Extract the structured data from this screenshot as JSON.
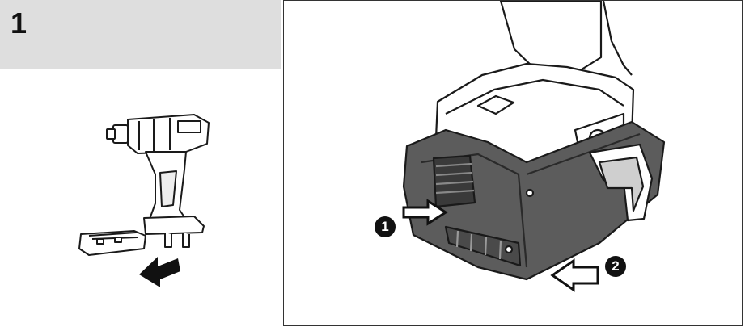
{
  "step": {
    "number": "1"
  },
  "callouts": [
    {
      "id": "1",
      "label": "1"
    },
    {
      "id": "2",
      "label": "2"
    }
  ],
  "icons": [
    "drill-body-icon",
    "battery-pack-icon",
    "remove-direction-arrow-icon",
    "press-arrow-icon",
    "pull-arrow-icon"
  ],
  "colors": {
    "header_bg": "#dedede",
    "battery_dark": "#5c5c5c",
    "outline": "#1a1a1a"
  }
}
